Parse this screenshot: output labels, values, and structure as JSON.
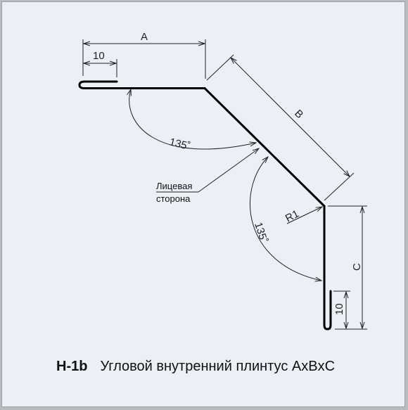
{
  "labels": {
    "dim_a": "A",
    "dim_b": "B",
    "dim_c": "C",
    "dim_10_top": "10",
    "dim_10_right": "10",
    "angle_upper": "135˚",
    "angle_lower": "135˚",
    "radius": "R1",
    "face_line1": "Лицевая",
    "face_line2": "сторона"
  },
  "caption": {
    "code": "H-1b",
    "title": "Угловой внутренний плинтус AxBxC"
  },
  "colors": {
    "background": "#eaf0f5",
    "outer": "#b9bcbf",
    "profile": "#000000",
    "dimension": "#222222"
  }
}
